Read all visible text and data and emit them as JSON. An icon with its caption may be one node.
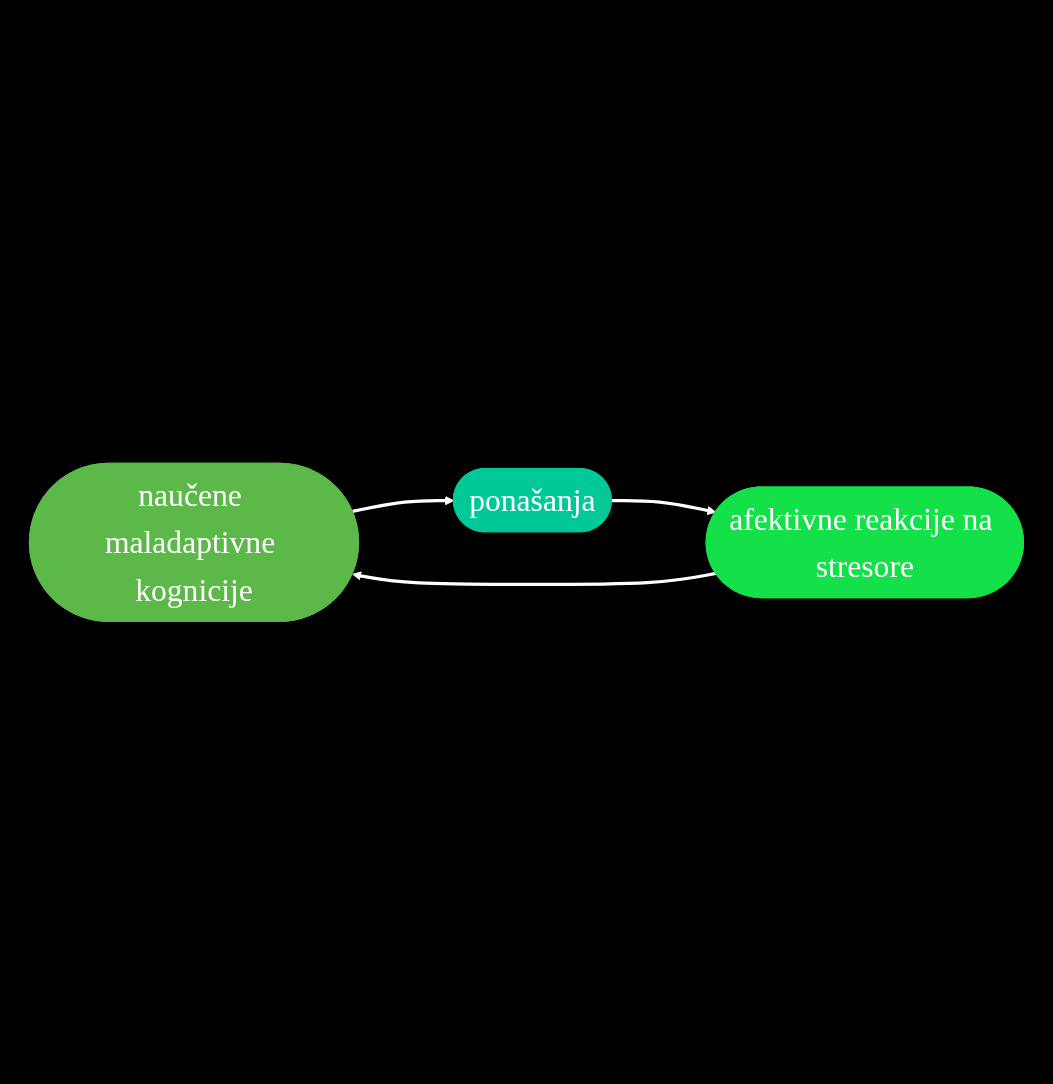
{
  "diagram": {
    "nodes": [
      {
        "text": [
          "naučene maladaptivne kognicije"
        ]
      },
      {
        "text": [
          "ponašanja"
        ]
      },
      {
        "text": [
          "afektivne reakcije na stresore"
        ]
      }
    ],
    "edges": [
      {
        "from": 0,
        "to": 1,
        "arrow": "to"
      },
      {
        "from": 1,
        "to": 2,
        "arrow": "to"
      },
      {
        "from": 2,
        "to": 0,
        "arrow": "to"
      }
    ]
  }
}
